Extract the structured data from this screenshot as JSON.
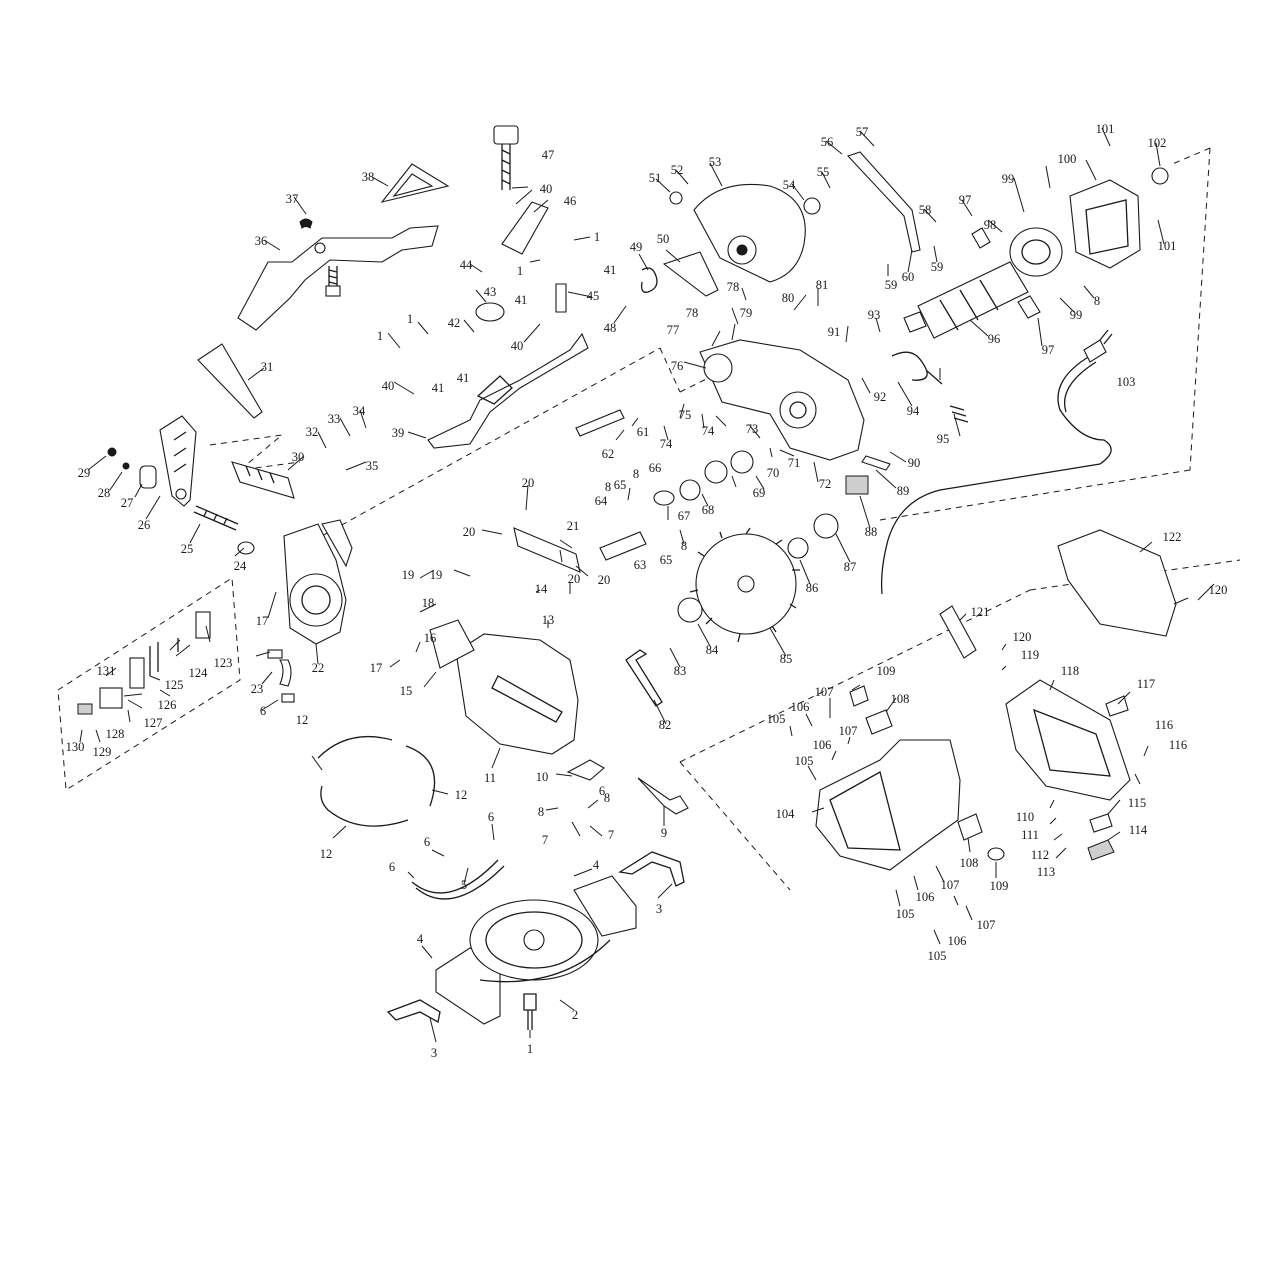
{
  "diagram": {
    "callouts": [
      {
        "id": "c1",
        "text": "1"
      },
      {
        "id": "c2",
        "text": "1"
      },
      {
        "id": "c3",
        "text": "1"
      },
      {
        "id": "c4",
        "text": "1"
      },
      {
        "id": "c5",
        "text": "1"
      },
      {
        "id": "c6",
        "text": "2"
      },
      {
        "id": "c7",
        "text": "3"
      },
      {
        "id": "c8",
        "text": "3"
      },
      {
        "id": "c9",
        "text": "4"
      },
      {
        "id": "c10",
        "text": "4"
      },
      {
        "id": "c11",
        "text": "5"
      },
      {
        "id": "c12",
        "text": "6"
      },
      {
        "id": "c13",
        "text": "6"
      },
      {
        "id": "c14",
        "text": "6"
      },
      {
        "id": "c15",
        "text": "6"
      },
      {
        "id": "c16",
        "text": "6"
      },
      {
        "id": "c17",
        "text": "7"
      },
      {
        "id": "c18",
        "text": "7"
      },
      {
        "id": "c19",
        "text": "8"
      },
      {
        "id": "c20",
        "text": "8"
      },
      {
        "id": "c21",
        "text": "8"
      },
      {
        "id": "c22",
        "text": "8"
      },
      {
        "id": "c23",
        "text": "8"
      },
      {
        "id": "c24",
        "text": "8"
      },
      {
        "id": "c25",
        "text": "9"
      },
      {
        "id": "c26",
        "text": "10"
      },
      {
        "id": "c27",
        "text": "11"
      },
      {
        "id": "c28",
        "text": "12"
      },
      {
        "id": "c29",
        "text": "12"
      },
      {
        "id": "c30",
        "text": "12"
      },
      {
        "id": "c31",
        "text": "13"
      },
      {
        "id": "c32",
        "text": "14"
      },
      {
        "id": "c33",
        "text": "15"
      },
      {
        "id": "c34",
        "text": "16"
      },
      {
        "id": "c35",
        "text": "17"
      },
      {
        "id": "c36",
        "text": "17"
      },
      {
        "id": "c37",
        "text": "18"
      },
      {
        "id": "c38",
        "text": "19"
      },
      {
        "id": "c39",
        "text": "19"
      },
      {
        "id": "c40",
        "text": "20"
      },
      {
        "id": "c41",
        "text": "20"
      },
      {
        "id": "c42",
        "text": "20"
      },
      {
        "id": "c43",
        "text": "20"
      },
      {
        "id": "c44",
        "text": "21"
      },
      {
        "id": "c45",
        "text": "22"
      },
      {
        "id": "c46",
        "text": "23"
      },
      {
        "id": "c47",
        "text": "24"
      },
      {
        "id": "c48",
        "text": "25"
      },
      {
        "id": "c49",
        "text": "26"
      },
      {
        "id": "c50",
        "text": "27"
      },
      {
        "id": "c51",
        "text": "28"
      },
      {
        "id": "c52",
        "text": "29"
      },
      {
        "id": "c53",
        "text": "30"
      },
      {
        "id": "c54",
        "text": "31"
      },
      {
        "id": "c55",
        "text": "32"
      },
      {
        "id": "c56",
        "text": "33"
      },
      {
        "id": "c57",
        "text": "34"
      },
      {
        "id": "c58",
        "text": "35"
      },
      {
        "id": "c59",
        "text": "36"
      },
      {
        "id": "c60",
        "text": "37"
      },
      {
        "id": "c61",
        "text": "38"
      },
      {
        "id": "c62",
        "text": "39"
      },
      {
        "id": "c63",
        "text": "40"
      },
      {
        "id": "c64",
        "text": "40"
      },
      {
        "id": "c65",
        "text": "40"
      },
      {
        "id": "c66",
        "text": "41"
      },
      {
        "id": "c67",
        "text": "41"
      },
      {
        "id": "c68",
        "text": "41"
      },
      {
        "id": "c69",
        "text": "41"
      },
      {
        "id": "c70",
        "text": "42"
      },
      {
        "id": "c71",
        "text": "43"
      },
      {
        "id": "c72",
        "text": "44"
      },
      {
        "id": "c73",
        "text": "45"
      },
      {
        "id": "c74",
        "text": "46"
      },
      {
        "id": "c75",
        "text": "47"
      },
      {
        "id": "c76",
        "text": "48"
      },
      {
        "id": "c77",
        "text": "49"
      },
      {
        "id": "c78",
        "text": "50"
      },
      {
        "id": "c79",
        "text": "51"
      },
      {
        "id": "c80",
        "text": "52"
      },
      {
        "id": "c81",
        "text": "53"
      },
      {
        "id": "c82",
        "text": "54"
      },
      {
        "id": "c83",
        "text": "55"
      },
      {
        "id": "c84",
        "text": "56"
      },
      {
        "id": "c85",
        "text": "57"
      },
      {
        "id": "c86",
        "text": "58"
      },
      {
        "id": "c87",
        "text": "59"
      },
      {
        "id": "c88",
        "text": "59"
      },
      {
        "id": "c89",
        "text": "60"
      },
      {
        "id": "c90",
        "text": "61"
      },
      {
        "id": "c91",
        "text": "62"
      },
      {
        "id": "c92",
        "text": "63"
      },
      {
        "id": "c93",
        "text": "64"
      },
      {
        "id": "c94",
        "text": "65"
      },
      {
        "id": "c95",
        "text": "65"
      },
      {
        "id": "c96",
        "text": "66"
      },
      {
        "id": "c97",
        "text": "67"
      },
      {
        "id": "c98",
        "text": "68"
      },
      {
        "id": "c99",
        "text": "69"
      },
      {
        "id": "c100",
        "text": "70"
      },
      {
        "id": "c101",
        "text": "71"
      },
      {
        "id": "c102",
        "text": "72"
      },
      {
        "id": "c103",
        "text": "73"
      },
      {
        "id": "c104",
        "text": "74"
      },
      {
        "id": "c105",
        "text": "74"
      },
      {
        "id": "c106",
        "text": "75"
      },
      {
        "id": "c107",
        "text": "76"
      },
      {
        "id": "c108",
        "text": "77"
      },
      {
        "id": "c109",
        "text": "78"
      },
      {
        "id": "c110",
        "text": "78"
      },
      {
        "id": "c111",
        "text": "79"
      },
      {
        "id": "c112",
        "text": "80"
      },
      {
        "id": "c113",
        "text": "81"
      },
      {
        "id": "c114",
        "text": "82"
      },
      {
        "id": "c115",
        "text": "83"
      },
      {
        "id": "c116",
        "text": "84"
      },
      {
        "id": "c117",
        "text": "85"
      },
      {
        "id": "c118",
        "text": "86"
      },
      {
        "id": "c119",
        "text": "87"
      },
      {
        "id": "c120",
        "text": "88"
      },
      {
        "id": "c121",
        "text": "89"
      },
      {
        "id": "c122",
        "text": "90"
      },
      {
        "id": "c123",
        "text": "91"
      },
      {
        "id": "c124",
        "text": "92"
      },
      {
        "id": "c125",
        "text": "93"
      },
      {
        "id": "c126",
        "text": "94"
      },
      {
        "id": "c127",
        "text": "95"
      },
      {
        "id": "c128",
        "text": "96"
      },
      {
        "id": "c129",
        "text": "97"
      },
      {
        "id": "c130",
        "text": "97"
      },
      {
        "id": "c131",
        "text": "98"
      },
      {
        "id": "c132",
        "text": "99"
      },
      {
        "id": "c133",
        "text": "99"
      },
      {
        "id": "c134",
        "text": "100"
      },
      {
        "id": "c135",
        "text": "101"
      },
      {
        "id": "c136",
        "text": "101"
      },
      {
        "id": "c137",
        "text": "102"
      },
      {
        "id": "c138",
        "text": "103"
      },
      {
        "id": "c139",
        "text": "104"
      },
      {
        "id": "c140",
        "text": "105"
      },
      {
        "id": "c141",
        "text": "105"
      },
      {
        "id": "c142",
        "text": "105"
      },
      {
        "id": "c143",
        "text": "105"
      },
      {
        "id": "c144",
        "text": "106"
      },
      {
        "id": "c145",
        "text": "106"
      },
      {
        "id": "c146",
        "text": "106"
      },
      {
        "id": "c147",
        "text": "106"
      },
      {
        "id": "c148",
        "text": "107"
      },
      {
        "id": "c149",
        "text": "107"
      },
      {
        "id": "c150",
        "text": "107"
      },
      {
        "id": "c151",
        "text": "107"
      },
      {
        "id": "c152",
        "text": "108"
      },
      {
        "id": "c153",
        "text": "108"
      },
      {
        "id": "c154",
        "text": "109"
      },
      {
        "id": "c155",
        "text": "109"
      },
      {
        "id": "c156",
        "text": "110"
      },
      {
        "id": "c157",
        "text": "111"
      },
      {
        "id": "c158",
        "text": "112"
      },
      {
        "id": "c159",
        "text": "113"
      },
      {
        "id": "c160",
        "text": "114"
      },
      {
        "id": "c161",
        "text": "115"
      },
      {
        "id": "c162",
        "text": "116"
      },
      {
        "id": "c163",
        "text": "116"
      },
      {
        "id": "c164",
        "text": "117"
      },
      {
        "id": "c165",
        "text": "118"
      },
      {
        "id": "c166",
        "text": "119"
      },
      {
        "id": "c167",
        "text": "120"
      },
      {
        "id": "c168",
        "text": "120"
      },
      {
        "id": "c169",
        "text": "121"
      },
      {
        "id": "c170",
        "text": "122"
      },
      {
        "id": "c171",
        "text": "123"
      },
      {
        "id": "c172",
        "text": "124"
      },
      {
        "id": "c173",
        "text": "125"
      },
      {
        "id": "c174",
        "text": "126"
      },
      {
        "id": "c175",
        "text": "127"
      },
      {
        "id": "c176",
        "text": "128"
      },
      {
        "id": "c177",
        "text": "129"
      },
      {
        "id": "c178",
        "text": "130"
      },
      {
        "id": "c179",
        "text": "131"
      }
    ]
  }
}
